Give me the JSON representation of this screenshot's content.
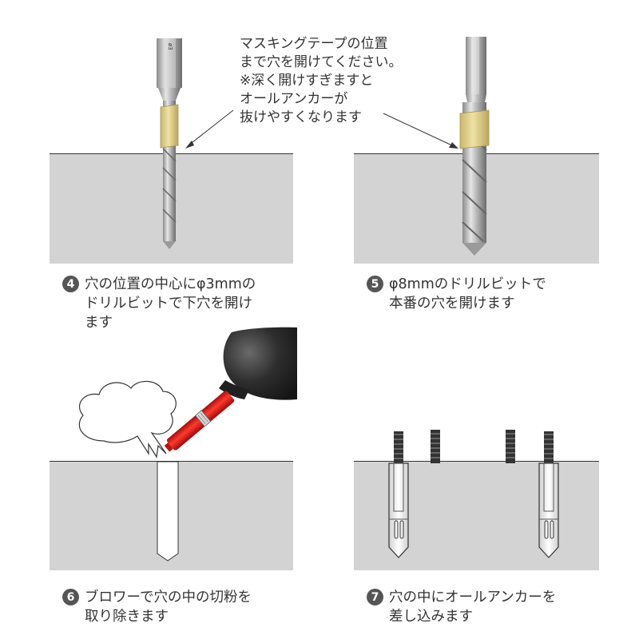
{
  "callout": {
    "lines": [
      "マスキングテープの位置",
      "まで穴を開けてください。",
      "※深く開けすぎますと",
      "オールアンカーが",
      "抜けやすくなります"
    ]
  },
  "steps": [
    {
      "number": "4",
      "lines": [
        "穴の位置の中心にφ3mmの",
        "ドリルビットで下穴を開け",
        "ます"
      ]
    },
    {
      "number": "5",
      "lines": [
        "φ8mmのドリルビットで",
        "本番の穴を開けます"
      ]
    },
    {
      "number": "6",
      "lines": [
        "ブロワーで穴の中の切粉を",
        "取り除きます"
      ]
    },
    {
      "number": "7",
      "lines": [
        "穴の中にオールアンカーを",
        "差し込みます"
      ]
    }
  ],
  "colors": {
    "wall": "#d3d3d3",
    "tape": "#e8d89a",
    "blower_nozzle": "#e0201e",
    "blower_bulb": "#2a2a2a",
    "badge": "#555555"
  }
}
